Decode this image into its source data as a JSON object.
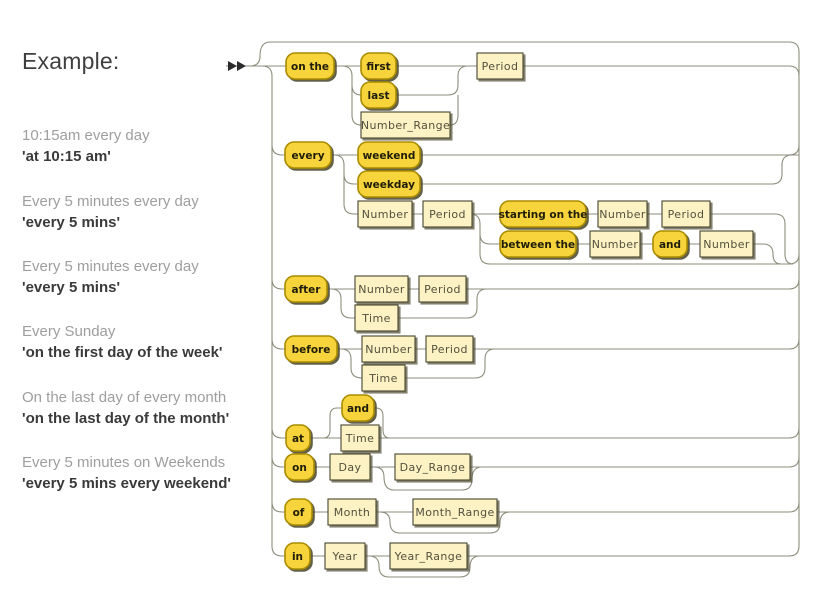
{
  "examples_panel": {
    "heading": "Example:",
    "items": [
      {
        "desc": "10:15am every day",
        "code": "'at 10:15 am'"
      },
      {
        "desc": "Every 5 minutes every day",
        "code": "'every 5 mins'"
      },
      {
        "desc": "Every 5 minutes every day",
        "code": "'every 5 mins'"
      },
      {
        "desc": "Every Sunday",
        "code": "'on the first day of the week'"
      },
      {
        "desc": "On the last day of every month",
        "code": "'on the last day of the month'"
      },
      {
        "desc": "Every 5 minutes on Weekends",
        "code": "'every 5 mins every weekend'"
      }
    ]
  },
  "diagram": {
    "terminals": {
      "on_the": "on the",
      "first": "first",
      "last": "last",
      "every": "every",
      "weekend": "weekend",
      "weekday": "weekday",
      "starting_on_the": "starting on the",
      "between_the": "between the",
      "and": "and",
      "after": "after",
      "before": "before",
      "at": "at",
      "on": "on",
      "of": "of",
      "in": "in"
    },
    "nonterminals": {
      "period": "Period",
      "number_range": "Number_Range",
      "number": "Number",
      "time": "Time",
      "day": "Day",
      "day_range": "Day_Range",
      "month": "Month",
      "month_range": "Month_Range",
      "year": "Year",
      "year_range": "Year_Range"
    },
    "colors": {
      "terminal_fill": "#f7d43c",
      "terminal_border": "#aa8c00",
      "nonterminal_fill": "#fdf2c3",
      "nonterminal_border": "#45452f",
      "line": "#8e8e7e",
      "shadow": "#4b4839",
      "heading_text": "#3f3f3f",
      "example_desc_text": "#9e9e9e",
      "example_code_text": "#3a3a3a"
    }
  }
}
